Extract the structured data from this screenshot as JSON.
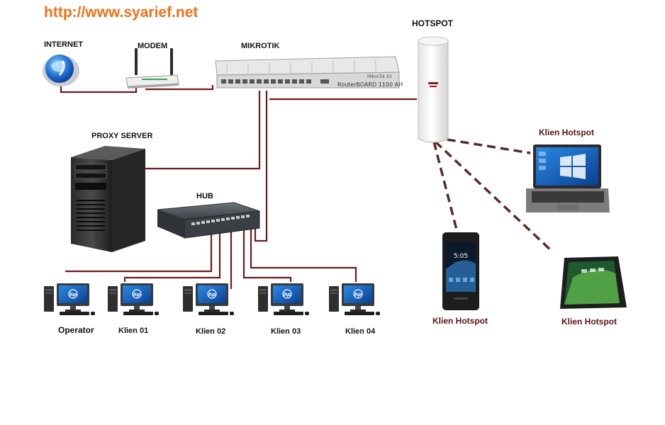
{
  "site_url": "http://www.syarief.net",
  "labels": {
    "internet": "INTERNET",
    "modem": "MODEM",
    "mikrotik": "MIKROTIK",
    "hotspot": "HOTSPOT",
    "proxy": "PROXY SERVER",
    "hub": "HUB",
    "operator": "Operator",
    "klien01": "Klien 01",
    "klien02": "Klien 02",
    "klien03": "Klien 03",
    "klien04": "Klien 04",
    "klien_hotspot_laptop": "Klien Hotspot",
    "klien_hotspot_phone": "Klien Hotspot",
    "klien_hotspot_tablet": "Klien Hotspot"
  },
  "device_text": {
    "router_model": "RouterBOARD 1100 AH",
    "router_brand": "MikroTik X2",
    "monitor_logo": "hp",
    "phone_time": "5:05"
  },
  "colors": {
    "cable": "#6e1a1e",
    "wireless": "#5a2a26",
    "url": "#f0701a"
  }
}
